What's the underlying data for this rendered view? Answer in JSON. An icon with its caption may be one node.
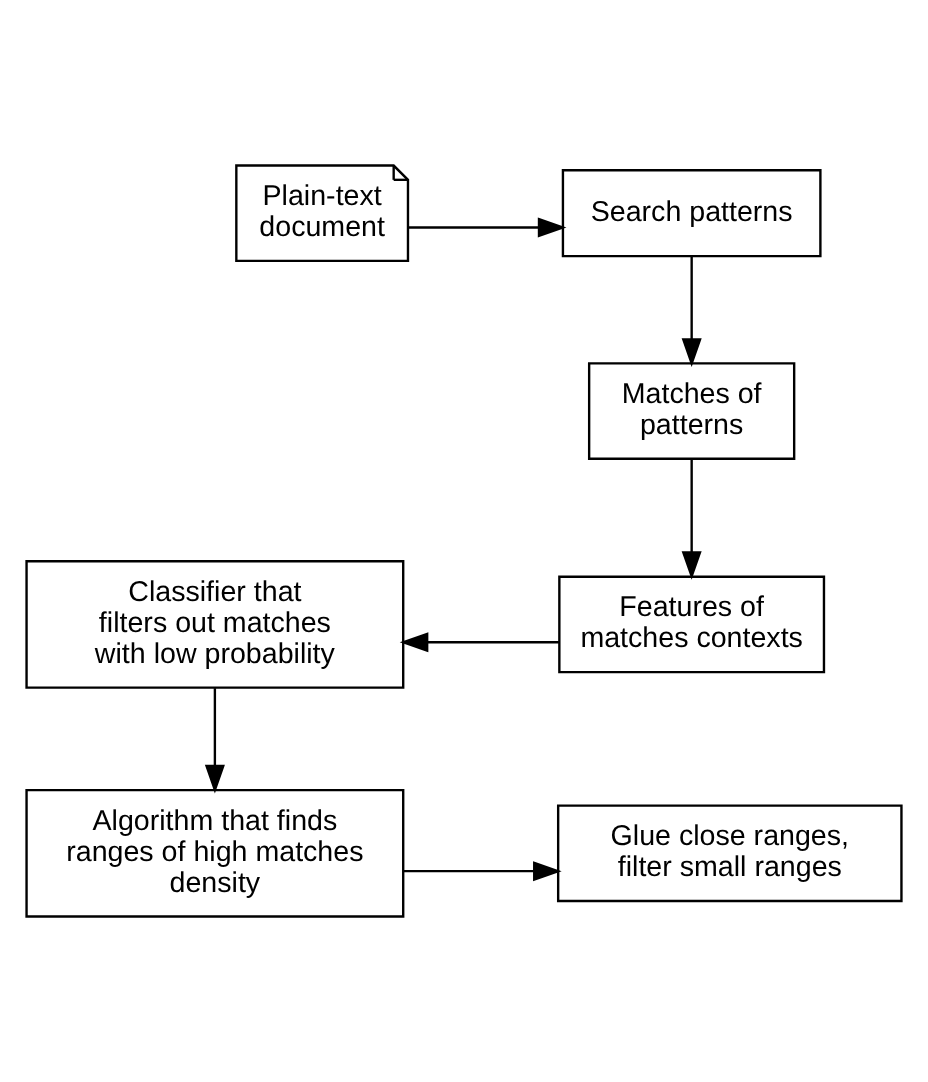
{
  "diagram": {
    "nodes": [
      {
        "text": [
          "Plain-text document"
        ]
      },
      {
        "text": [
          "Search patterns"
        ]
      },
      {
        "text": [
          "Matches of patterns"
        ]
      },
      {
        "text": [
          "Features of matches contexts"
        ]
      },
      {
        "text": [
          "Classifier that filters out matches with low probability"
        ]
      },
      {
        "text": [
          "Algorithm that finds ranges of high matches density"
        ]
      },
      {
        "text": [
          "Glue close ranges, filter small ranges"
        ]
      }
    ],
    "edges": [
      {
        "from": 0,
        "to": 1,
        "arrow": "to"
      },
      {
        "from": 1,
        "to": 2,
        "arrow": "to"
      },
      {
        "from": 2,
        "to": 3,
        "arrow": "to"
      },
      {
        "from": 3,
        "to": 4,
        "arrow": "to"
      },
      {
        "from": 4,
        "to": 5,
        "arrow": "to"
      },
      {
        "from": 5,
        "to": 6,
        "arrow": "to"
      }
    ]
  }
}
